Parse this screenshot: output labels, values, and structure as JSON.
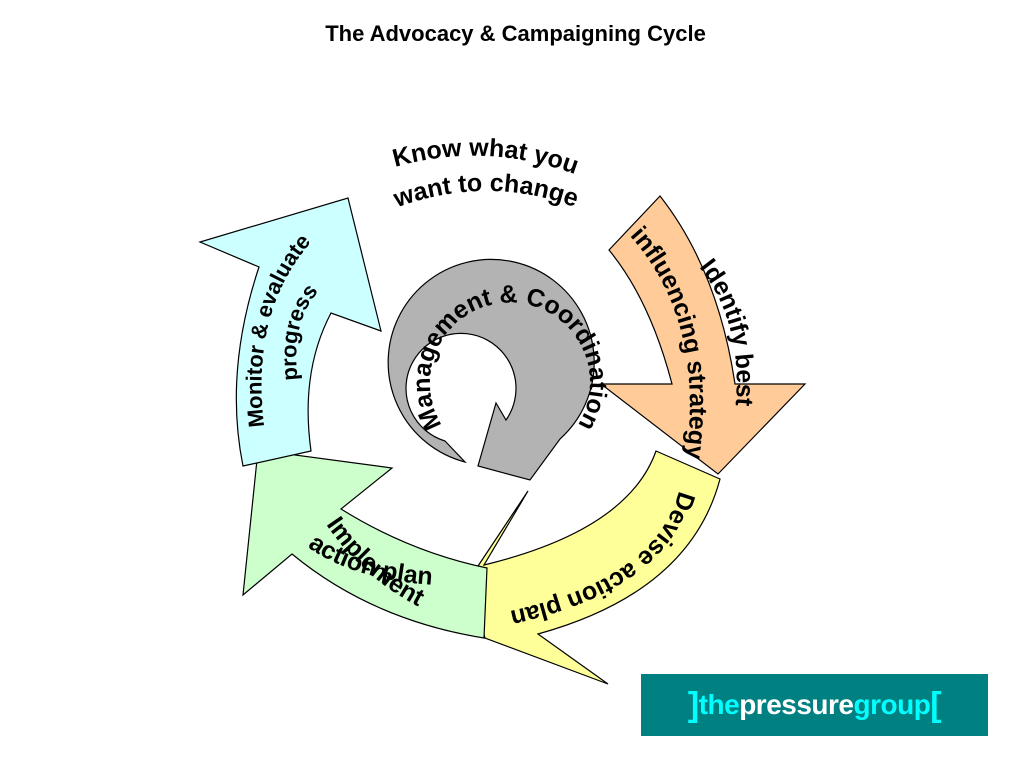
{
  "title": "The Advocacy & Campaigning Cycle",
  "stages": {
    "know": "Know what you|want to change",
    "identify": "Identify best|influencing strategy",
    "devise": "Devise action plan",
    "implement": "Implement|action plan",
    "monitor": "Monitor & evaluate|progress",
    "center": "Management & Coordination"
  },
  "logo": {
    "open_bracket": "]",
    "part_the": "the",
    "part_pressure": "pressure",
    "part_group": "group",
    "close_bracket": "["
  },
  "colors": {
    "identify_arrow": "#ffcc99",
    "devise_arrow": "#ffff99",
    "implement_arrow": "#ccffcc",
    "monitor_arrow": "#ccffff",
    "center_arrow": "#b3b3b3",
    "logo_background": "#008080",
    "logo_accent": "#00ffff"
  }
}
